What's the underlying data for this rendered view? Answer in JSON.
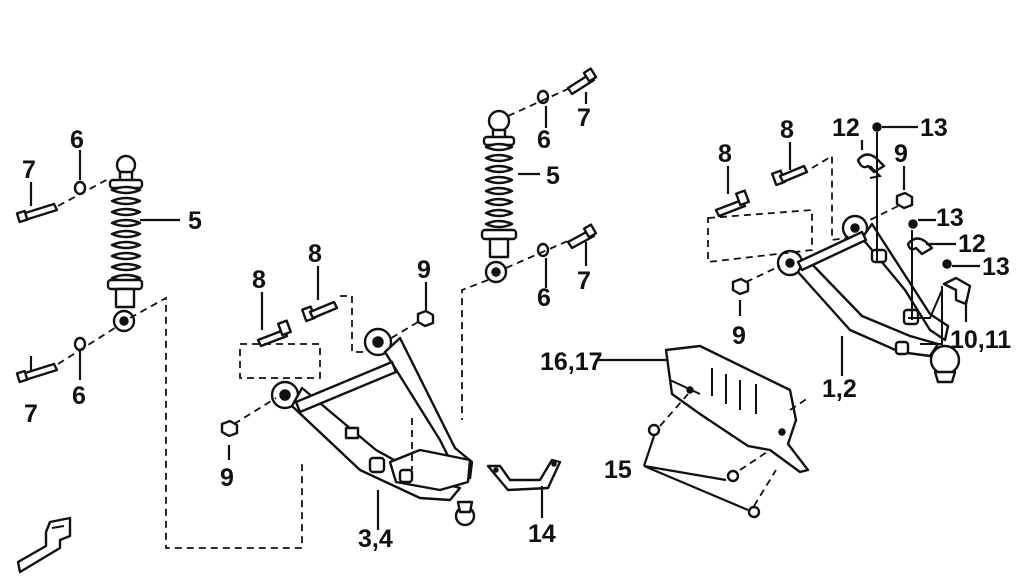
{
  "labels": {
    "l_5_left": "5",
    "l_6_left_top": "6",
    "l_7_left_top": "7",
    "l_6_left_bottom": "6",
    "l_7_left_bottom": "7",
    "l_8_mid_a": "8",
    "l_8_mid_b": "8",
    "l_9_mid_top": "9",
    "l_9_mid_bottom": "9",
    "l_3_4": "3,4",
    "l_14": "14",
    "l_5_right": "5",
    "l_6_right_top": "6",
    "l_7_right_top": "7",
    "l_6_right_bottom": "6",
    "l_7_right_bottom": "7",
    "l_8_right_a": "8",
    "l_8_right_b": "8",
    "l_9_right_top": "9",
    "l_9_right_bottom": "9",
    "l_12_top": "12",
    "l_13_top": "13",
    "l_13_mid": "13",
    "l_12_mid": "12",
    "l_13_bottom": "13",
    "l_10_11": "10,11",
    "l_1_2": "1,2",
    "l_16_17": "16,17",
    "l_15": "15"
  },
  "colors": {
    "ink": "#111111",
    "paper": "#ffffff"
  },
  "icons": {
    "direction_mark": "front-direction-arrow-icon"
  }
}
